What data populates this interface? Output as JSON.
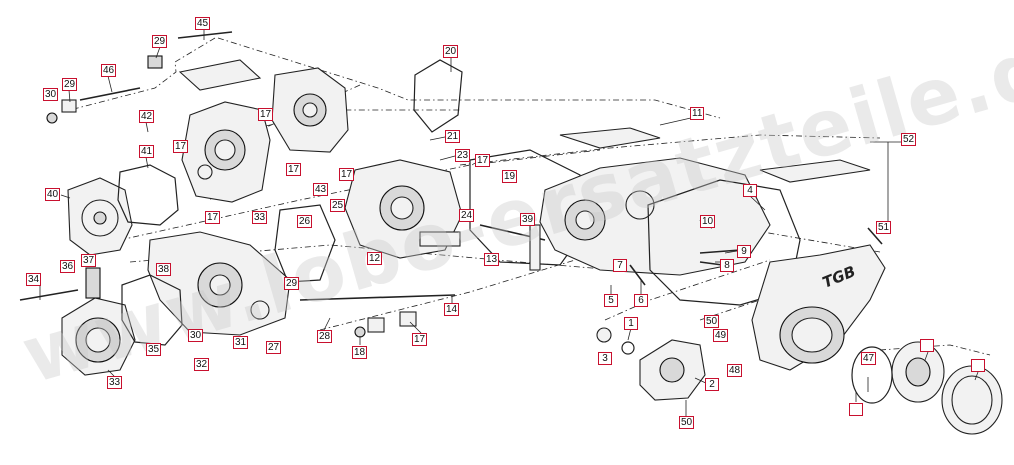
{
  "watermark": "www.lobo-ersatzteile.de",
  "brand_badge": "TGB",
  "callout_border_color": "#c8102e",
  "callouts": [
    "45",
    "29",
    "46",
    "29",
    "30",
    "42",
    "41",
    "40",
    "17",
    "17",
    "17",
    "17",
    "43",
    "33",
    "20",
    "21",
    "23",
    "17",
    "19",
    "17",
    "24",
    "25",
    "26",
    "39",
    "38",
    "37",
    "36",
    "34",
    "35",
    "33",
    "32",
    "31",
    "27",
    "30",
    "29",
    "28",
    "18",
    "17",
    "14",
    "13",
    "12",
    "11",
    "10",
    "9",
    "8",
    "7",
    "6",
    "5",
    "4",
    "3",
    "1",
    "2",
    "50",
    "52",
    "51",
    "50",
    "49",
    "48",
    "47"
  ]
}
